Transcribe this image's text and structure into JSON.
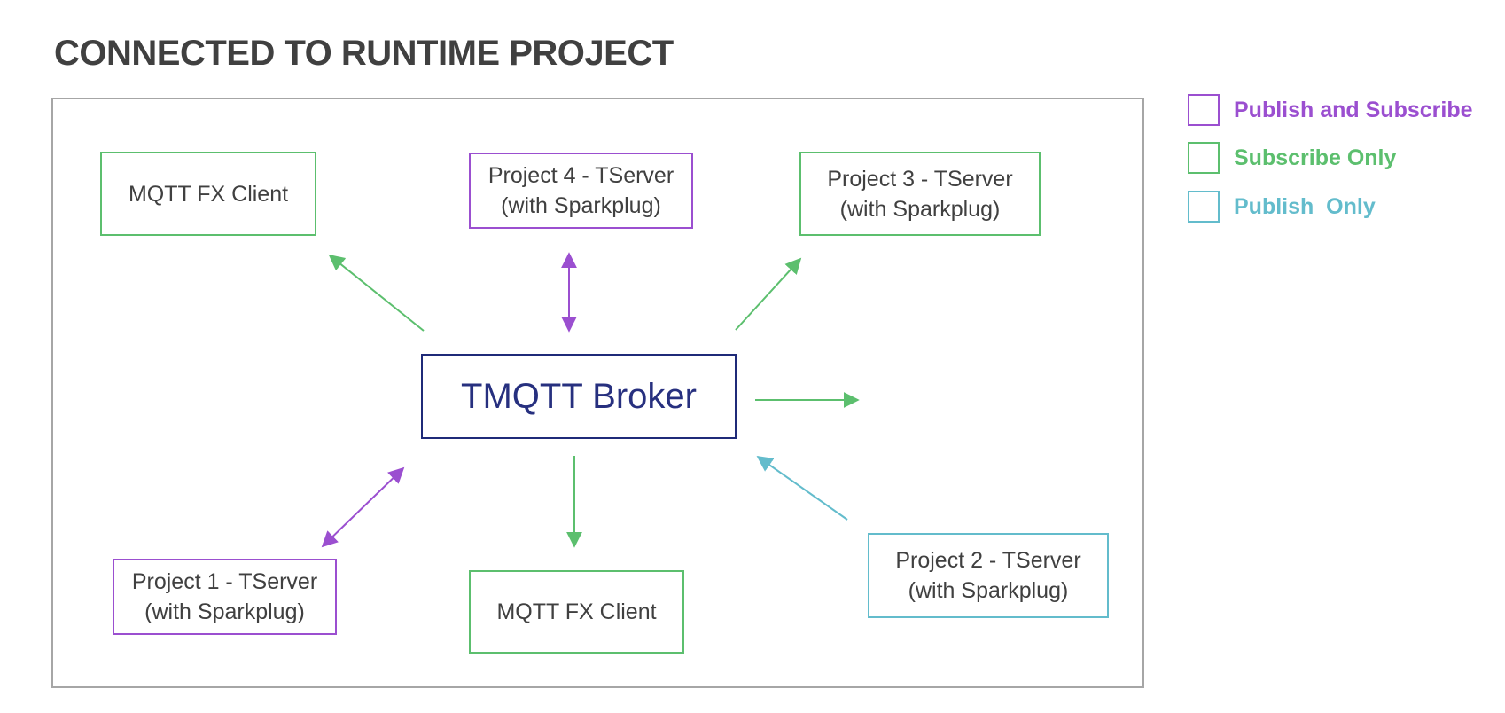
{
  "title": "CONNECTED TO RUNTIME PROJECT",
  "colors": {
    "publish_and_subscribe": "#9b4fd0",
    "subscribe_only": "#5cbf6e",
    "publish_only": "#63bccc",
    "broker": "#1f2a78"
  },
  "broker": {
    "label": "TMQTT Broker"
  },
  "nodes": {
    "mqtt_fx_top": {
      "line1": "MQTT FX Client"
    },
    "project4": {
      "line1": "Project 4 - TServer",
      "line2": "(with Sparkplug)"
    },
    "project3": {
      "line1": "Project 3 - TServer",
      "line2": "(with Sparkplug)"
    },
    "project1": {
      "line1": "Project 1 - TServer",
      "line2": "(with Sparkplug)"
    },
    "mqtt_fx_bottom": {
      "line1": "MQTT FX Client"
    },
    "project2": {
      "line1": "Project 2 - TServer",
      "line2": "(with Sparkplug)"
    }
  },
  "legend": [
    {
      "label": "Publish and Subscribe",
      "color": "#9b4fd0"
    },
    {
      "label": "Subscribe Only",
      "color": "#5cbf6e"
    },
    {
      "label": "Publish  Only",
      "color": "#63bccc"
    }
  ]
}
